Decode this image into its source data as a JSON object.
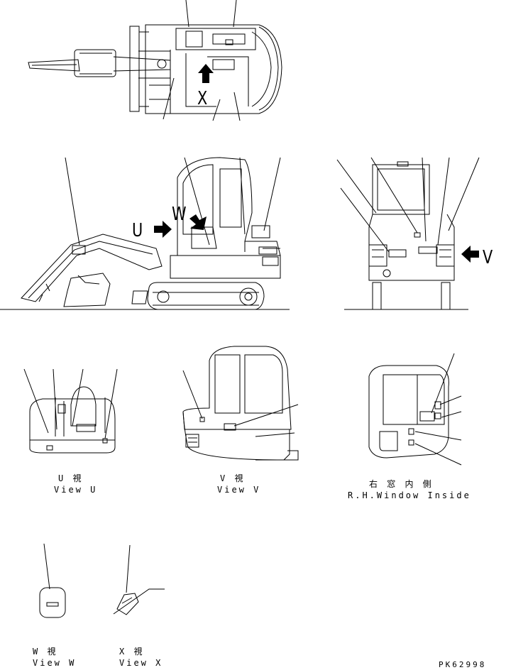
{
  "arrow_letters": {
    "u": "U",
    "w": "W",
    "v": "V",
    "x": "X"
  },
  "views": {
    "u": {
      "jp": "U 視",
      "en": "View U"
    },
    "v": {
      "jp": "V 視",
      "en": "View V"
    },
    "rh": {
      "jp": "右 窓 内 側",
      "en": "R.H.Window Inside"
    },
    "w": {
      "jp": "W 視",
      "en": "View W"
    },
    "x": {
      "jp": "X 視",
      "en": "View X"
    }
  },
  "drawing_number": "PK62998",
  "colors": {
    "ink": "#000000",
    "paper": "#ffffff"
  }
}
